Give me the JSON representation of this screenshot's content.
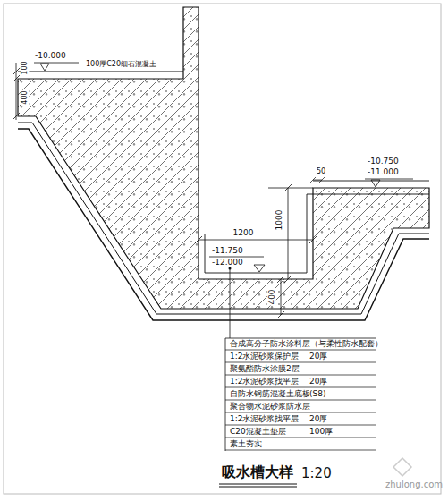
{
  "diagram": {
    "title": "吸水槽大样",
    "labels": [
      "100",
      "400",
      "-10.000",
      "100厚C20细石混凝土",
      "-10.750",
      "-11.000",
      "50",
      "1000",
      "1200",
      "-11.750",
      "-12.000",
      "400",
      "合成高分子防水涂料层（与柔性防水配套）",
      "1:2水泥砂浆保护层",
      "20厚",
      "聚氨酯防水涂膜2层",
      "1:2水泥砂浆找平层",
      "20厚",
      "自防水钢筋混凝土底板",
      "(S8)",
      "聚合物水泥砂浆防水层",
      "1:2水泥砂浆找平层",
      "20厚",
      "C20混凝土垫层",
      "100厚",
      "素土夯实",
      "1:20",
      "zhulong.com"
    ]
  }
}
